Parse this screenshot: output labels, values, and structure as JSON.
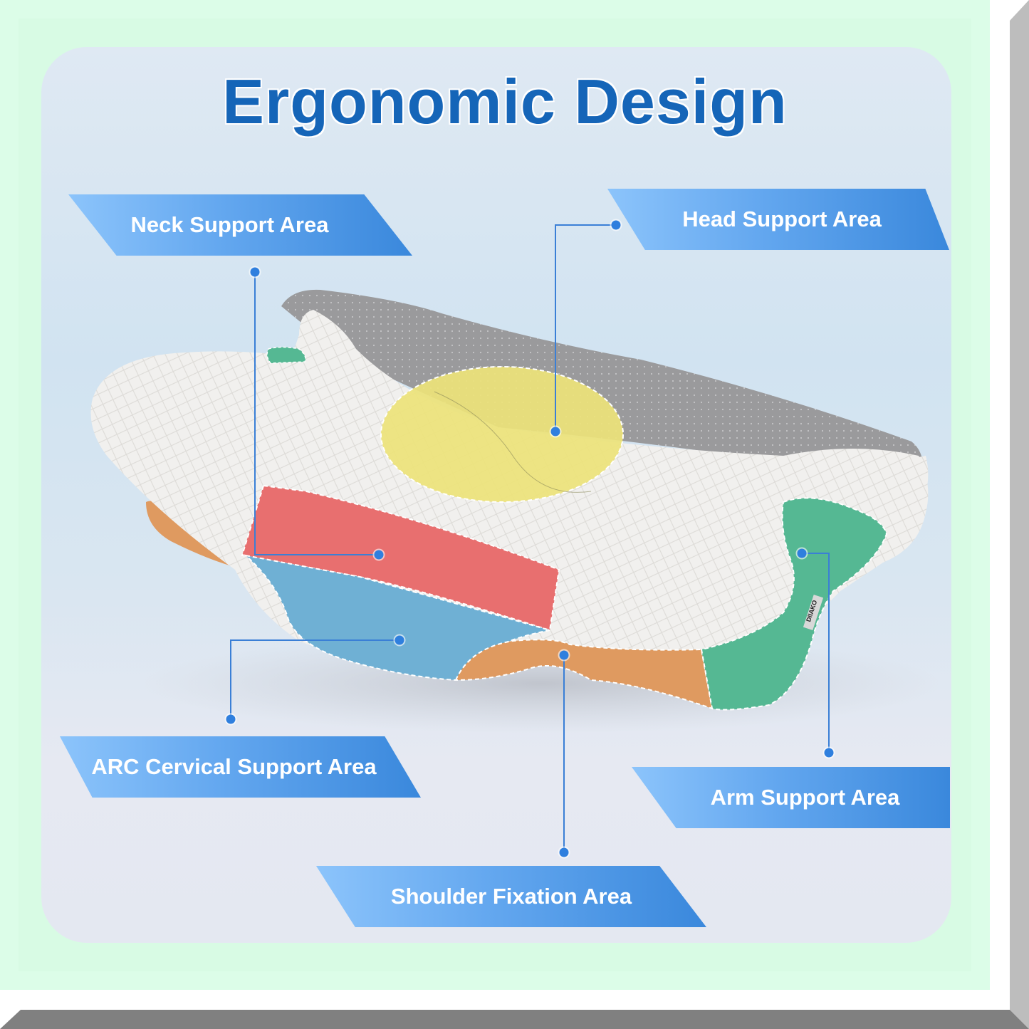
{
  "title": "Ergonomic Design",
  "brand_tag": "DIIAKO",
  "labels": {
    "neck": "Neck Support Area",
    "head": "Head Support Area",
    "arc_cervical": "ARC Cervical Support Area",
    "arm": "Arm Support Area",
    "shoulder": "Shoulder Fixation Area"
  },
  "zone_colors": {
    "head": "#ede37a",
    "neck": "#e86f6f",
    "arc_cervical": "#6fb0d4",
    "shoulder": "#df9a60",
    "arm": "#55b893"
  },
  "theme": {
    "title_color": "#1565b8",
    "banner_start": "#8cc4fb",
    "banner_end": "#3a88dc",
    "connector_color": "#3a7fd6"
  }
}
